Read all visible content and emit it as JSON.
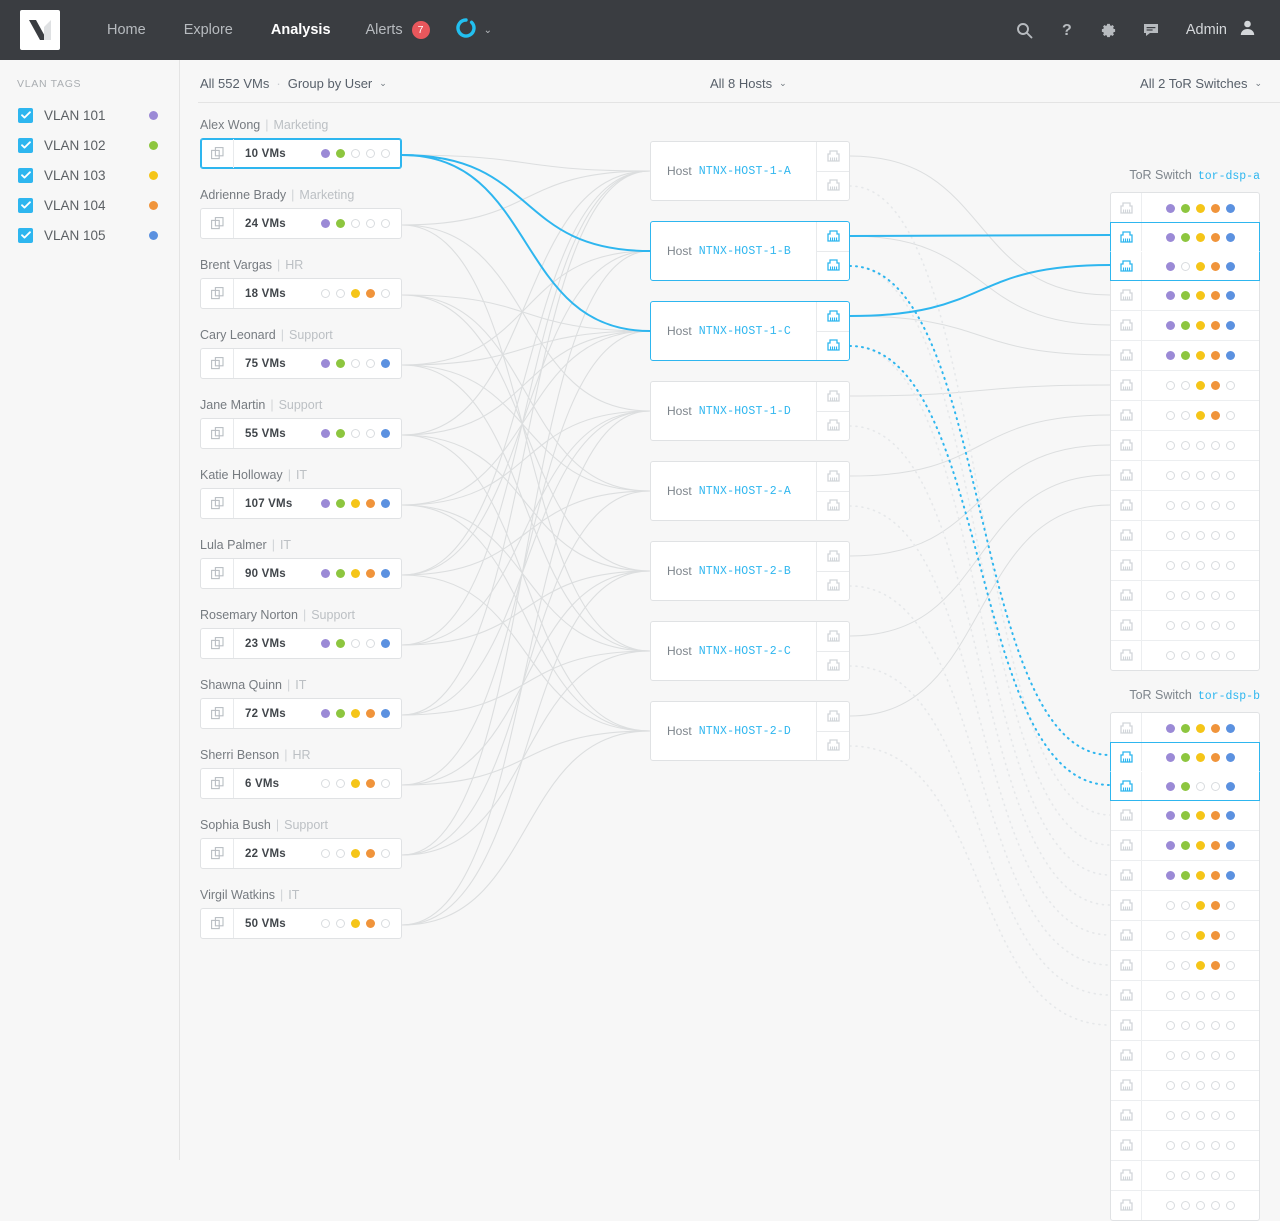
{
  "nav": {
    "logo_icon": "nutanix-logo-icon",
    "links": [
      {
        "label": "Home",
        "active": false
      },
      {
        "label": "Explore",
        "active": false
      },
      {
        "label": "Analysis",
        "active": true
      }
    ],
    "alerts": {
      "label": "Alerts",
      "count": "7"
    },
    "cluster_icon": "cluster-donut-icon",
    "cluster_caret": "⌄",
    "icons": [
      {
        "name": "search-icon"
      },
      {
        "name": "help-icon"
      },
      {
        "name": "gear-icon"
      },
      {
        "name": "chat-icon"
      }
    ],
    "admin": {
      "label": "Admin",
      "icon": "user-avatar-icon"
    }
  },
  "sidebar": {
    "title": "VLAN TAGS",
    "items": [
      {
        "label": "VLAN 101",
        "color": "#9b8ad6",
        "checked": true
      },
      {
        "label": "VLAN 102",
        "color": "#8dc63f",
        "checked": true
      },
      {
        "label": "VLAN 103",
        "color": "#f5c518",
        "checked": true
      },
      {
        "label": "VLAN 104",
        "color": "#f0943b",
        "checked": true
      },
      {
        "label": "VLAN 105",
        "color": "#5b91e0",
        "checked": true
      }
    ]
  },
  "toolbar": {
    "vm_count_label": "All 552 VMs",
    "separator": "·",
    "group_by_label": "Group by User",
    "hosts_label": "All 8 Hosts",
    "tor_label": "All 2 ToR Switches",
    "caret": "⌄"
  },
  "palette": {
    "vlan": [
      "#9b8ad6",
      "#8dc63f",
      "#f5c518",
      "#f0943b",
      "#5b91e0"
    ],
    "accent": "#2eb6ef",
    "off_ring": "#d9dcdf"
  },
  "users": {
    "copy_icon": "stacked-squares-icon",
    "rows": [
      {
        "name": "Alex Wong",
        "dept": "Marketing",
        "vms": "10 VMs",
        "selected": true,
        "vlans": [
          1,
          1,
          0,
          0,
          0
        ]
      },
      {
        "name": "Adrienne Brady",
        "dept": "Marketing",
        "vms": "24 VMs",
        "selected": false,
        "vlans": [
          1,
          1,
          0,
          0,
          0
        ]
      },
      {
        "name": "Brent Vargas",
        "dept": "HR",
        "vms": "18 VMs",
        "selected": false,
        "vlans": [
          0,
          0,
          1,
          1,
          0
        ]
      },
      {
        "name": "Cary Leonard",
        "dept": "Support",
        "vms": "75 VMs",
        "selected": false,
        "vlans": [
          1,
          1,
          0,
          0,
          1
        ]
      },
      {
        "name": "Jane Martin",
        "dept": "Support",
        "vms": "55 VMs",
        "selected": false,
        "vlans": [
          1,
          1,
          0,
          0,
          1
        ]
      },
      {
        "name": "Katie Holloway",
        "dept": "IT",
        "vms": "107 VMs",
        "selected": false,
        "vlans": [
          1,
          1,
          1,
          1,
          1
        ]
      },
      {
        "name": "Lula Palmer",
        "dept": "IT",
        "vms": "90 VMs",
        "selected": false,
        "vlans": [
          1,
          1,
          1,
          1,
          1
        ]
      },
      {
        "name": "Rosemary Norton",
        "dept": "Support",
        "vms": "23 VMs",
        "selected": false,
        "vlans": [
          1,
          1,
          0,
          0,
          1
        ]
      },
      {
        "name": "Shawna Quinn",
        "dept": "IT",
        "vms": "72 VMs",
        "selected": false,
        "vlans": [
          1,
          1,
          1,
          1,
          1
        ]
      },
      {
        "name": "Sherri Benson",
        "dept": "HR",
        "vms": "6 VMs",
        "selected": false,
        "vlans": [
          0,
          0,
          1,
          1,
          0
        ]
      },
      {
        "name": "Sophia Bush",
        "dept": "Support",
        "vms": "22 VMs",
        "selected": false,
        "vlans": [
          0,
          0,
          1,
          1,
          0
        ]
      },
      {
        "name": "Virgil Watkins",
        "dept": "IT",
        "vms": "50 VMs",
        "selected": false,
        "vlans": [
          0,
          0,
          1,
          1,
          0
        ]
      }
    ]
  },
  "hosts": {
    "label_prefix": "Host",
    "port_icon": "ethernet-port-icon",
    "rows": [
      {
        "name": "NTNX-HOST-1-A",
        "selected": false
      },
      {
        "name": "NTNX-HOST-1-B",
        "selected": true
      },
      {
        "name": "NTNX-HOST-1-C",
        "selected": true
      },
      {
        "name": "NTNX-HOST-1-D",
        "selected": false
      },
      {
        "name": "NTNX-HOST-2-A",
        "selected": false
      },
      {
        "name": "NTNX-HOST-2-B",
        "selected": false
      },
      {
        "name": "NTNX-HOST-2-C",
        "selected": false
      },
      {
        "name": "NTNX-HOST-2-D",
        "selected": false
      }
    ]
  },
  "tor_switches": [
    {
      "label": "ToR Switch",
      "name": "tor-dsp-a",
      "ports": [
        {
          "selected": false,
          "vlans": [
            1,
            1,
            1,
            1,
            1
          ]
        },
        {
          "selected": true,
          "vlans": [
            1,
            1,
            1,
            1,
            1
          ]
        },
        {
          "selected": true,
          "vlans": [
            1,
            0,
            1,
            1,
            1
          ]
        },
        {
          "selected": false,
          "vlans": [
            1,
            1,
            1,
            1,
            1
          ]
        },
        {
          "selected": false,
          "vlans": [
            1,
            1,
            1,
            1,
            1
          ]
        },
        {
          "selected": false,
          "vlans": [
            1,
            1,
            1,
            1,
            1
          ]
        },
        {
          "selected": false,
          "vlans": [
            0,
            0,
            1,
            1,
            0
          ]
        },
        {
          "selected": false,
          "vlans": [
            0,
            0,
            1,
            1,
            0
          ]
        },
        {
          "selected": false,
          "vlans": [
            0,
            0,
            0,
            0,
            0
          ]
        },
        {
          "selected": false,
          "vlans": [
            0,
            0,
            0,
            0,
            0
          ]
        },
        {
          "selected": false,
          "vlans": [
            0,
            0,
            0,
            0,
            0
          ]
        },
        {
          "selected": false,
          "vlans": [
            0,
            0,
            0,
            0,
            0
          ]
        },
        {
          "selected": false,
          "vlans": [
            0,
            0,
            0,
            0,
            0
          ]
        },
        {
          "selected": false,
          "vlans": [
            0,
            0,
            0,
            0,
            0
          ]
        },
        {
          "selected": false,
          "vlans": [
            0,
            0,
            0,
            0,
            0
          ]
        },
        {
          "selected": false,
          "vlans": [
            0,
            0,
            0,
            0,
            0
          ]
        }
      ]
    },
    {
      "label": "ToR Switch",
      "name": "tor-dsp-b",
      "ports": [
        {
          "selected": false,
          "vlans": [
            1,
            1,
            1,
            1,
            1
          ]
        },
        {
          "selected": true,
          "vlans": [
            1,
            1,
            1,
            1,
            1
          ]
        },
        {
          "selected": true,
          "vlans": [
            1,
            1,
            0,
            0,
            1
          ]
        },
        {
          "selected": false,
          "vlans": [
            1,
            1,
            1,
            1,
            1
          ]
        },
        {
          "selected": false,
          "vlans": [
            1,
            1,
            1,
            1,
            1
          ]
        },
        {
          "selected": false,
          "vlans": [
            1,
            1,
            1,
            1,
            1
          ]
        },
        {
          "selected": false,
          "vlans": [
            0,
            0,
            1,
            1,
            0
          ]
        },
        {
          "selected": false,
          "vlans": [
            0,
            0,
            1,
            1,
            0
          ]
        },
        {
          "selected": false,
          "vlans": [
            0,
            0,
            1,
            1,
            0
          ]
        },
        {
          "selected": false,
          "vlans": [
            0,
            0,
            0,
            0,
            0
          ]
        },
        {
          "selected": false,
          "vlans": [
            0,
            0,
            0,
            0,
            0
          ]
        },
        {
          "selected": false,
          "vlans": [
            0,
            0,
            0,
            0,
            0
          ]
        },
        {
          "selected": false,
          "vlans": [
            0,
            0,
            0,
            0,
            0
          ]
        },
        {
          "selected": false,
          "vlans": [
            0,
            0,
            0,
            0,
            0
          ]
        },
        {
          "selected": false,
          "vlans": [
            0,
            0,
            0,
            0,
            0
          ]
        },
        {
          "selected": false,
          "vlans": [
            0,
            0,
            0,
            0,
            0
          ]
        },
        {
          "selected": false,
          "vlans": [
            0,
            0,
            0,
            0,
            0
          ]
        }
      ]
    }
  ]
}
